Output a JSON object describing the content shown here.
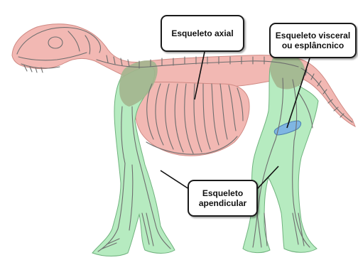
{
  "figure": {
    "callouts": {
      "axial": {
        "text": "Esqueleto axial"
      },
      "visceral": {
        "line1": "Esqueleto visceral",
        "line2": "ou esplâncnico"
      },
      "apendicular": {
        "line1": "Esqueleto",
        "line2": "apendicular"
      }
    },
    "colors": {
      "axial_fill": "#f2b8b3",
      "axial_stroke": "#d08a84",
      "appendicular_fill": "#b6ebc0",
      "appendicular_stroke": "#6fb27d",
      "girdle_fill": "#a3b58e",
      "visceral_fill": "#7fb6e3",
      "bone_line": "#6e6e6e"
    }
  }
}
